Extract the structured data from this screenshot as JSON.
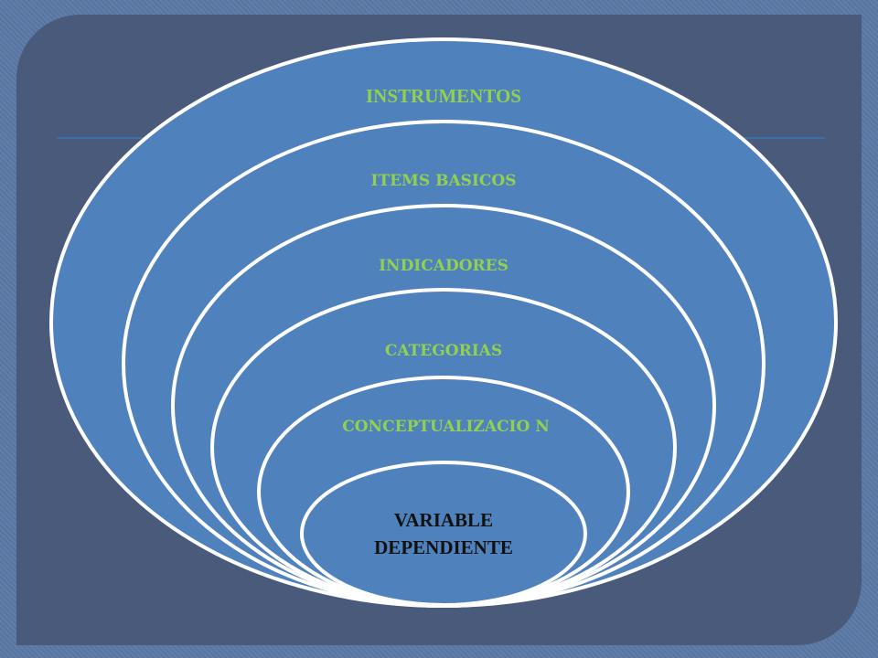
{
  "diagram": {
    "levels": [
      {
        "label": "INSTRUMENTOS"
      },
      {
        "label": "ITEMS BASICOS"
      },
      {
        "label": "INDICADORES"
      },
      {
        "label": "CATEGORIAS"
      },
      {
        "label": "CONCEPTUALIZACIO N"
      },
      {
        "label": "VARIABLE DEPENDIENTE"
      }
    ],
    "colors": {
      "ellipse_fill": "#4f81bd",
      "ellipse_stroke": "#ffffff",
      "label_outer": "#92d050",
      "label_inner": "#111111"
    }
  }
}
